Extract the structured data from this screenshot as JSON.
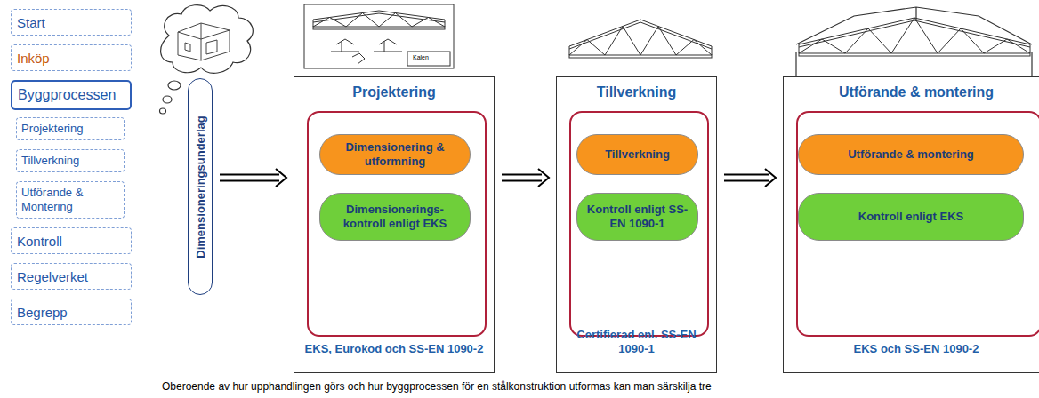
{
  "diagram": {
    "nodes": [
      {
        "text": [
          "Start"
        ]
      },
      {
        "text": [
          "Inköp"
        ]
      },
      {
        "text": [
          "Byggprocessen"
        ]
      },
      {
        "text": [
          "Projektering"
        ]
      },
      {
        "text": [
          "Tillverkning"
        ]
      },
      {
        "text": [
          "Utförande & Montering"
        ]
      },
      {
        "text": [
          "Kontroll"
        ]
      },
      {
        "text": [
          "Regelverket"
        ]
      },
      {
        "text": [
          "Begrepp"
        ]
      },
      {
        "text": [
          "Dimensioneringsunderlag"
        ]
      },
      {
        "text": [
          "Projektering",
          "EKS, Eurokod och SS-EN 1090-2"
        ]
      },
      {
        "text": [
          "Dimensionering & utformning"
        ],
        "in": 10
      },
      {
        "text": [
          "Dimensionerings-kontroll enligt EKS"
        ],
        "in": 10
      },
      {
        "text": [
          "Tillverkning",
          "Certifierad enl. SS-EN 1090-1"
        ]
      },
      {
        "text": [
          "Tillverkning"
        ],
        "in": 13
      },
      {
        "text": [
          "Kontroll enligt SS-EN 1090-1"
        ],
        "in": 13
      },
      {
        "text": [
          "Utförande & montering",
          "EKS och SS-EN 1090-2"
        ]
      },
      {
        "text": [
          "Utförande & montering"
        ],
        "in": 16
      },
      {
        "text": [
          "Kontroll enligt EKS"
        ],
        "in": 16
      }
    ],
    "edges": [
      {
        "from": 9,
        "to": 10,
        "arrow": "to"
      },
      {
        "from": 10,
        "to": 13,
        "arrow": "to"
      },
      {
        "from": 13,
        "to": 16,
        "arrow": "to"
      }
    ],
    "labels": [
      "Kalen",
      "Oberoende av hur upphandlingen görs och hur byggprocessen för en stålkonstruktion utformas kan man särskilja tre"
    ]
  }
}
